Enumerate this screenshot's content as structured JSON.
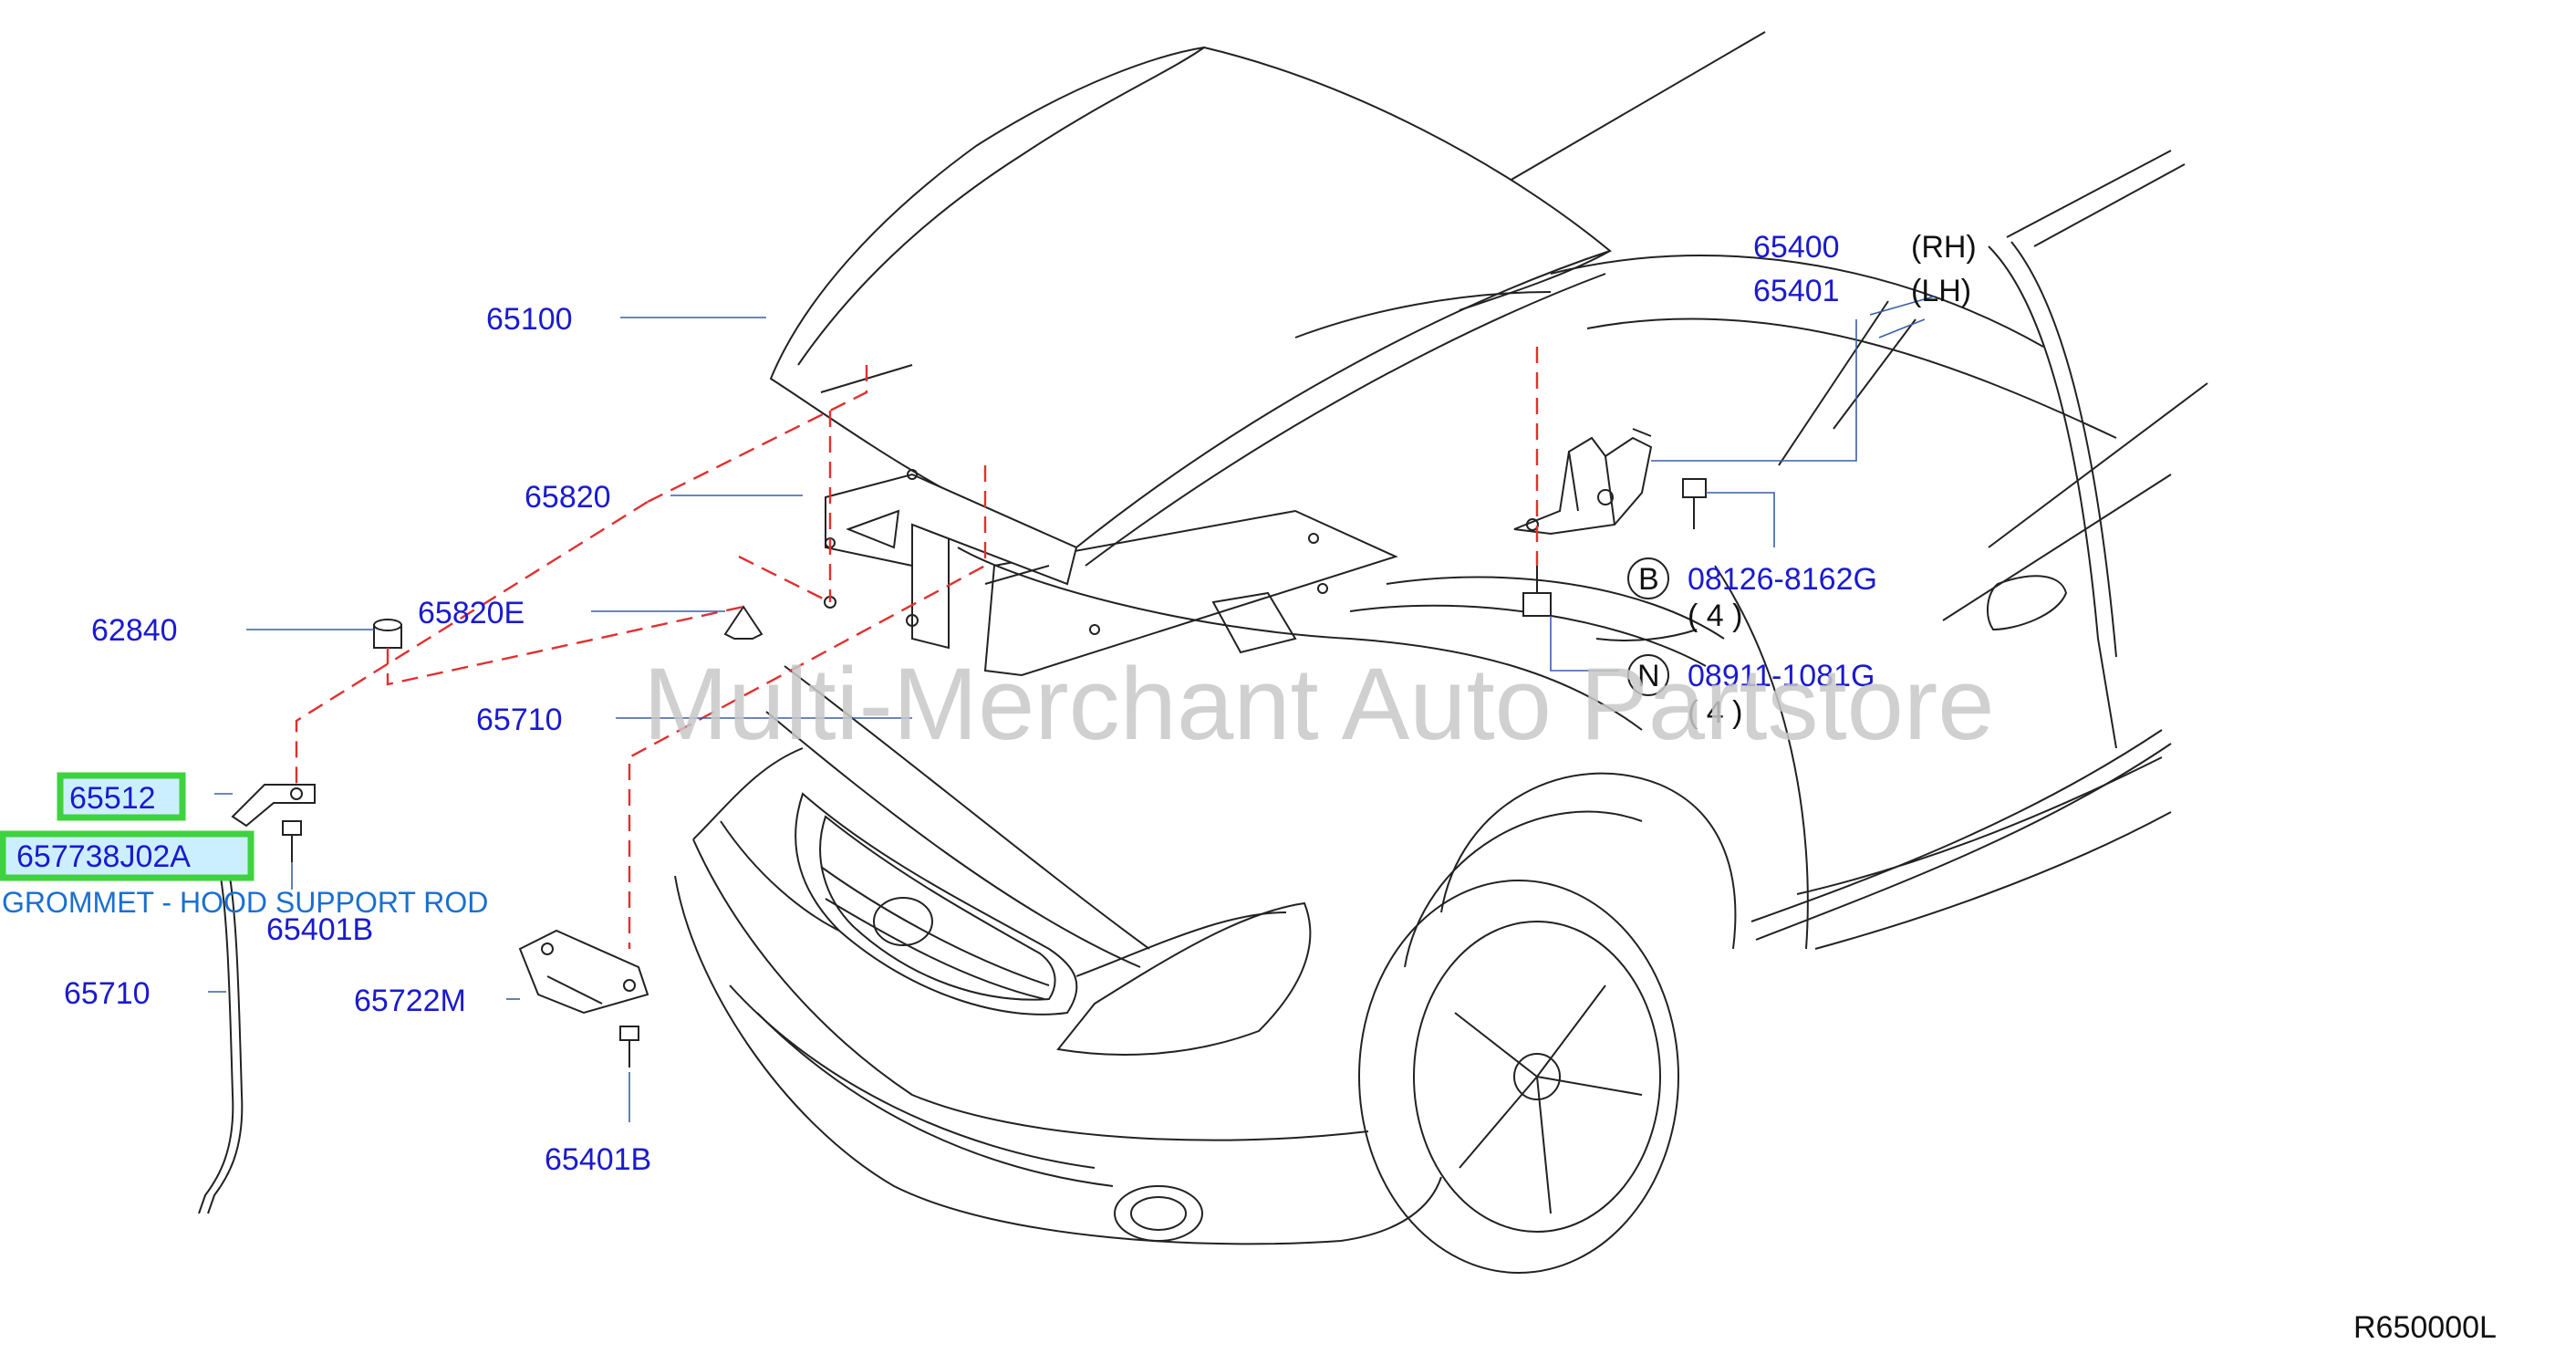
{
  "watermark": "Multi-Merchant Auto Partstore",
  "diagram_code": "R650000L",
  "parts": {
    "p65100": "65100",
    "p65820": "65820",
    "p65820E": "65820E",
    "p62840": "62840",
    "p65710a": "65710",
    "p65512": "65512",
    "p657738J02A": "657738J02A",
    "p65401B_a": "65401B",
    "p65710b": "65710",
    "p65722M": "65722M",
    "p65401B_b": "65401B",
    "p65400": "65400",
    "p65401": "65401",
    "p08126": "08126-8162G",
    "p08911": "08911-1081G"
  },
  "side_rh": "(RH)",
  "side_lh": "(LH)",
  "qty_b": "( 4 )",
  "qty_n": "( 4 )",
  "callout_b": "B",
  "callout_n": "N",
  "highlight_description": "GROMMET - HOOD SUPPORT ROD",
  "colors": {
    "part_number": "#1a1ad0",
    "highlight_border": "#3fd23f",
    "highlight_fill": "#ccefff",
    "dash_line": "#e03030",
    "watermark": "#c8c8c8"
  }
}
